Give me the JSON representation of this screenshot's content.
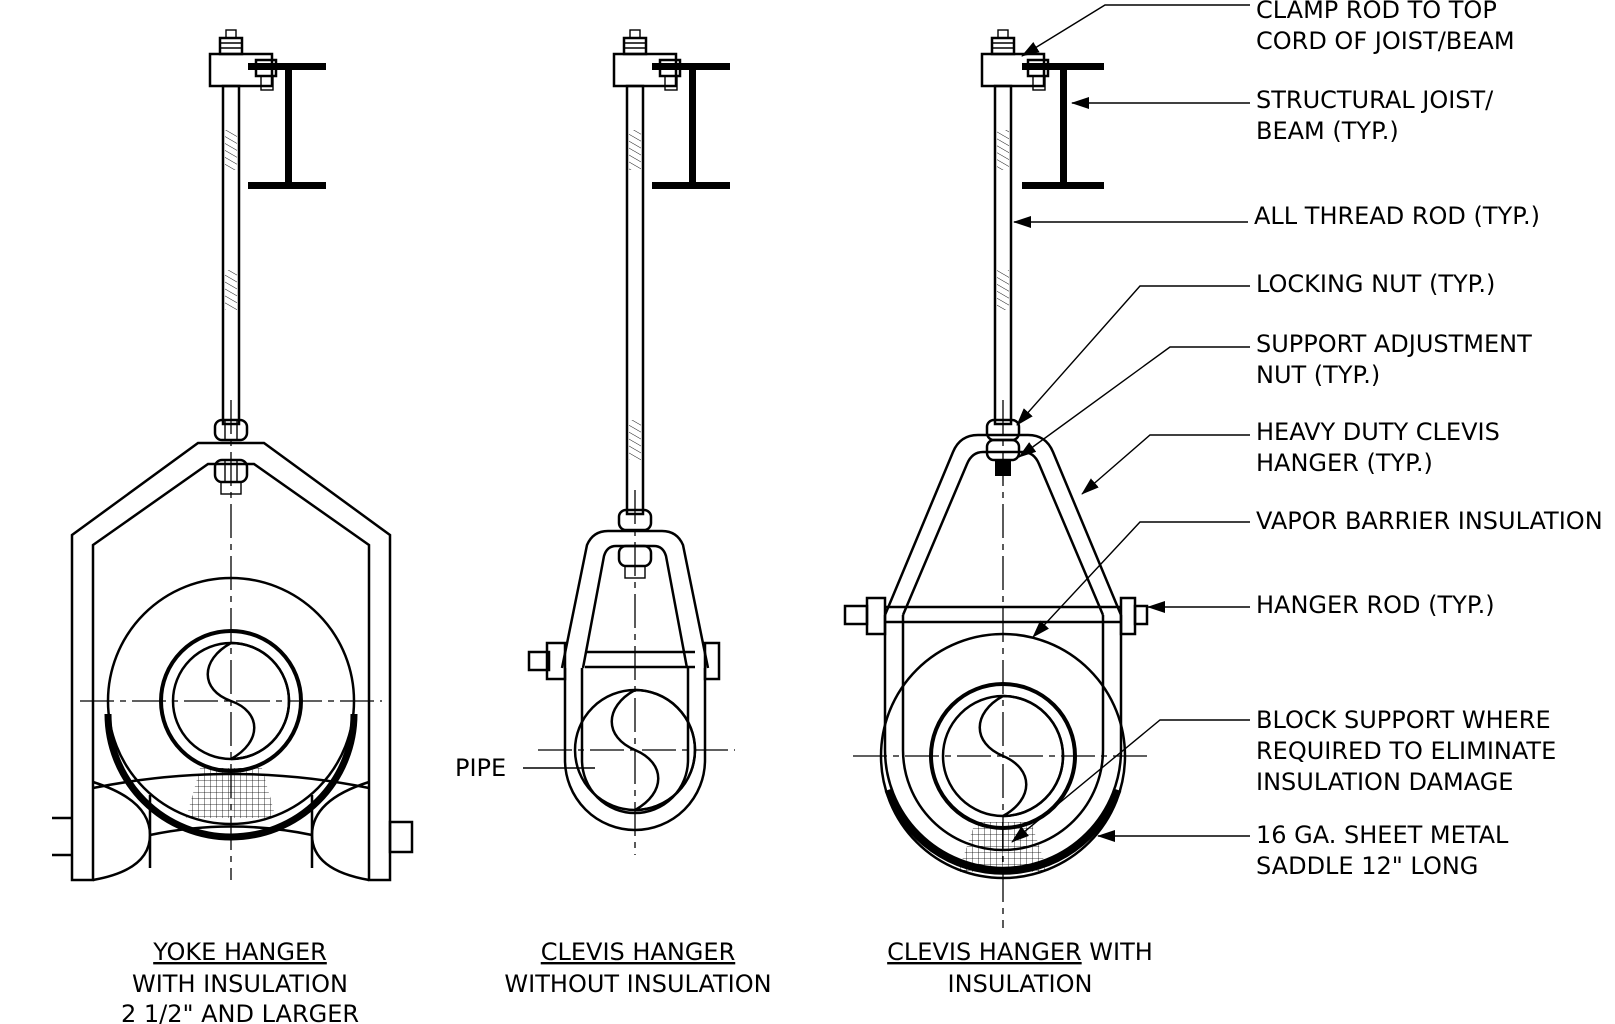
{
  "captions": {
    "yoke": {
      "title": "YOKE HANGER",
      "line2": "WITH INSULATION",
      "line3": "2 1/2\" AND LARGER"
    },
    "clevis_no_ins": {
      "title": "CLEVIS HANGER",
      "line2": "WITHOUT INSULATION"
    },
    "clevis_ins": {
      "title": "CLEVIS HANGER",
      "title_suffix": " WITH",
      "line2": "INSULATION"
    }
  },
  "labels": {
    "pipe": "PIPE",
    "clamp_rod": [
      "CLAMP ROD TO TOP",
      "CORD OF JOIST/BEAM"
    ],
    "joist": [
      "STRUCTURAL JOIST/",
      "BEAM (TYP.)"
    ],
    "all_thread": [
      "ALL THREAD ROD (TYP.)"
    ],
    "locking_nut": [
      "LOCKING NUT (TYP.)"
    ],
    "support_nut": [
      "SUPPORT ADJUSTMENT",
      "NUT (TYP.)"
    ],
    "clevis": [
      "HEAVY DUTY CLEVIS",
      "HANGER (TYP.)"
    ],
    "vapor": [
      "VAPOR BARRIER INSULATION"
    ],
    "hanger_rod": [
      "HANGER ROD (TYP.)"
    ],
    "block": [
      "BLOCK SUPPORT WHERE",
      "REQUIRED TO ELIMINATE",
      "INSULATION DAMAGE"
    ],
    "saddle": [
      "16 GA. SHEET METAL",
      "SADDLE 12\" LONG"
    ]
  }
}
